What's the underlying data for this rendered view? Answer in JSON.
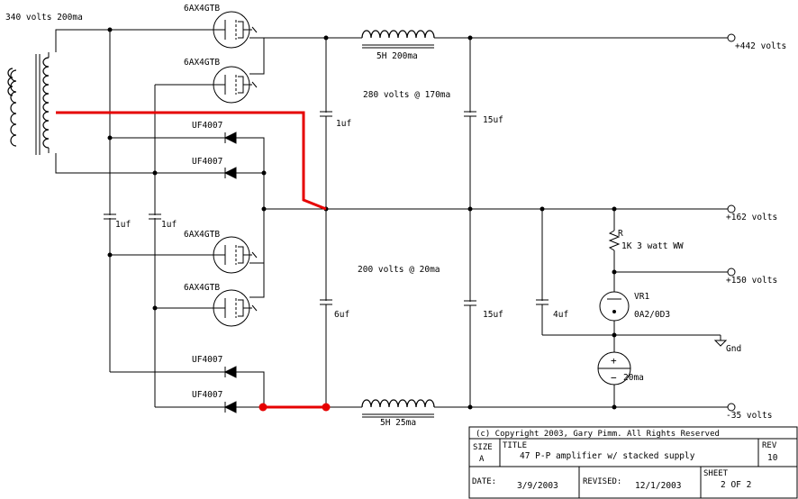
{
  "labels": {
    "input": "340 volts 200ma",
    "tube1": "6AX4GTB",
    "tube2": "6AX4GTB",
    "tube3": "6AX4GTB",
    "tube4": "6AX4GTB",
    "diode1": "UF4007",
    "diode2": "UF4007",
    "diode3": "UF4007",
    "diode4": "UF4007",
    "choke_top": "5H 200ma",
    "choke_bottom": "5H 25ma",
    "rail_upper": "280 volts @ 170ma",
    "rail_lower": "200 volts @ 20ma",
    "cap_1uf_a": "1uf",
    "cap_1uf_b": "1uf",
    "cap_1uf_c": "1uf",
    "cap_6uf": "6uf",
    "cap_15uf_top": "15uf",
    "cap_15uf_bottom": "15uf",
    "cap_4uf": "4uf",
    "resistor_ref": "R",
    "resistor_value": "1K 3 watt WW",
    "vr_ref": "VR1",
    "vr_value": "0A2/0D3",
    "ccs_value": "20ma",
    "gnd": "Gnd",
    "out_442": "+442 volts",
    "out_162": "+162 volts",
    "out_150": "+150 volts",
    "out_neg35": "-35 volts"
  },
  "title_block": {
    "copyright": "(c) Copyright 2003, Gary Pimm. All Rights Reserved",
    "size_label": "SIZE",
    "size_value": "A",
    "title_label": "TITLE",
    "title_value": "47 P-P amplifier w/ stacked supply",
    "rev_label": "REV",
    "rev_value": "10",
    "date_label": "DATE:",
    "date_value": "3/9/2003",
    "revised_label": "REVISED:",
    "revised_value": "12/1/2003",
    "sheet_label": "SHEET",
    "sheet_value": "2 OF 2"
  },
  "colors": {
    "wire": "#000000",
    "highlight": "#e60000",
    "background": "#ffffff"
  }
}
